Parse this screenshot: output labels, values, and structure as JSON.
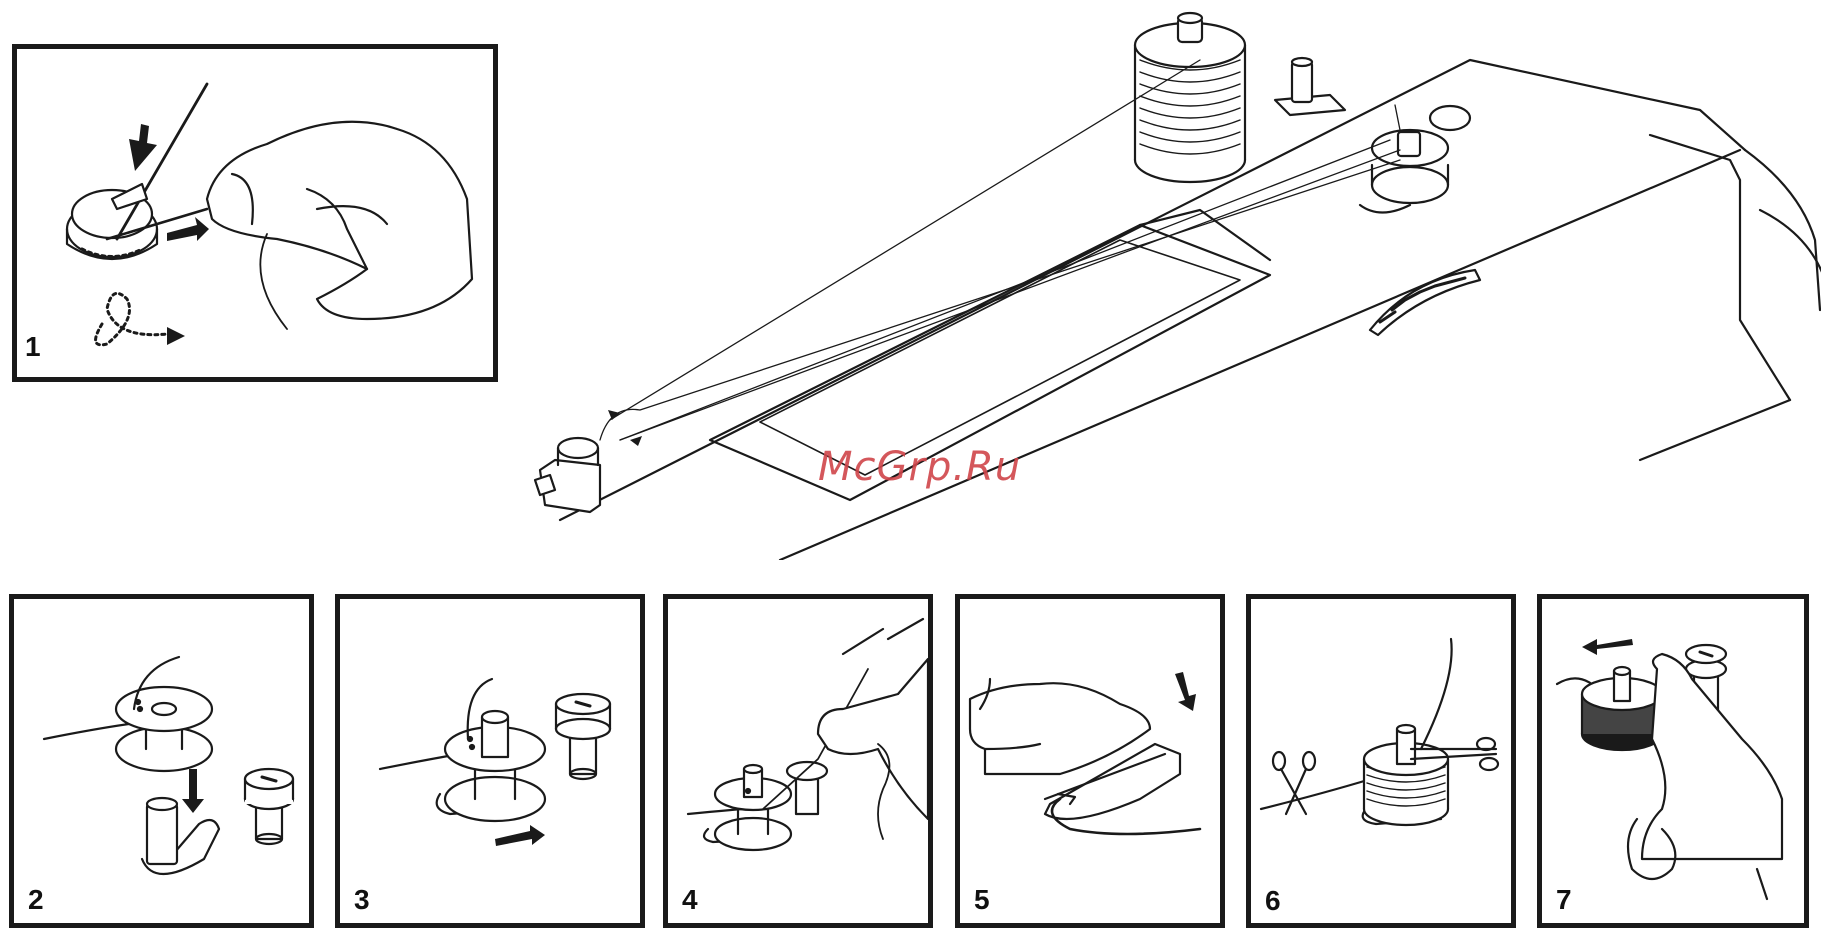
{
  "steps": [
    {
      "number": "1"
    },
    {
      "number": "2"
    },
    {
      "number": "3"
    },
    {
      "number": "4"
    },
    {
      "number": "5"
    },
    {
      "number": "6"
    },
    {
      "number": "7"
    }
  ],
  "watermark": "McGrp.Ru",
  "colors": {
    "line": "#1a1a1a",
    "watermark": "#d0454a",
    "background": "#ffffff"
  }
}
